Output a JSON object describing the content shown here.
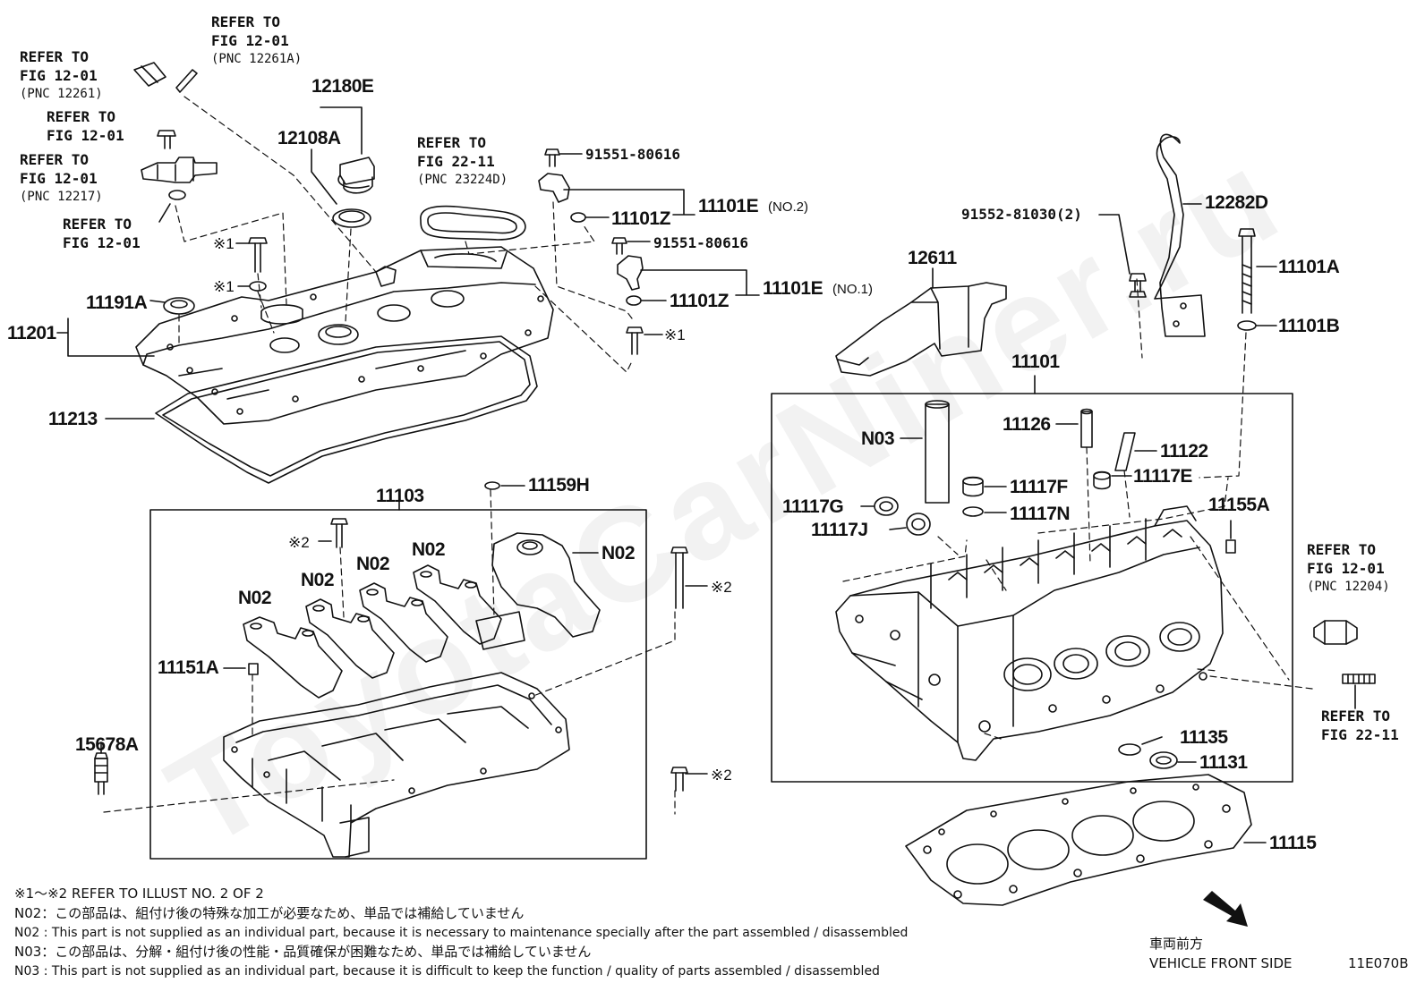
{
  "watermark": "ToyotaCarNiner.ru",
  "colors": {
    "ink": "#111111",
    "background": "#ffffff"
  },
  "labels": {
    "refer_a": [
      "REFER TO",
      "FIG 12-01",
      "(PNC 12261)"
    ],
    "refer_b": [
      "REFER TO",
      "FIG 12-01",
      "(PNC 12261A)"
    ],
    "refer_c": [
      "REFER TO",
      "FIG 12-01"
    ],
    "refer_d": [
      "REFER TO",
      "FIG 12-01",
      "(PNC 12217)"
    ],
    "refer_e": [
      "REFER TO",
      "FIG 12-01"
    ],
    "refer_f": [
      "REFER TO",
      "FIG 22-11",
      "(PNC 23224D)"
    ],
    "refer_g": [
      "REFER TO",
      "FIG 12-01",
      "(PNC 12204)"
    ],
    "refer_h": [
      "REFER TO",
      "FIG 22-11"
    ],
    "p12180E": "12180E",
    "p12108A": "12108A",
    "p91551_a": "91551-80616",
    "p91551_b": "91551-80616",
    "p11101Z_a": "11101Z",
    "p11101Z_b": "11101Z",
    "p11101E2": "11101E",
    "p11101E2_note": "(NO.2)",
    "p11101E1": "11101E",
    "p11101E1_note": "(NO.1)",
    "mark1_a": "※1",
    "mark1_b": "※1",
    "mark1_c": "※1",
    "p11191A": "11191A",
    "p11201": "11201",
    "p11213": "11213",
    "p12611": "12611",
    "p91552": "91552-81030(2)",
    "p12282D": "12282D",
    "p11101A": "11101A",
    "p11101B": "11101B",
    "p11101": "11101",
    "pN03": "N03",
    "p11126": "11126",
    "p11122": "11122",
    "p11117F": "11117F",
    "p11117E": "11117E",
    "p11117G": "11117G",
    "p11117J": "11117J",
    "p11117N": "11117N",
    "p11155A": "11155A",
    "p11135": "11135",
    "p11131": "11131",
    "p11115": "11115",
    "p11103": "11103",
    "p11159H": "11159H",
    "mark2_a": "※2",
    "mark2_b": "※2",
    "mark2_c": "※2",
    "pN02_a": "N02",
    "pN02_b": "N02",
    "pN02_c": "N02",
    "pN02_d": "N02",
    "pN02_e": "N02",
    "p11151A": "11151A",
    "p15678A": "15678A",
    "front_jp": "車両前方",
    "front_en": "VEHICLE FRONT SIDE",
    "diagram_code": "11E070B"
  },
  "notes": [
    "※1～※2  REFER TO ILLUST NO. 2 OF 2",
    "N02：この部品は、組付け後の特殊な加工が必要なため、単品では補給していません",
    "N02 : This part is not supplied as an individual part, because it is necessary to maintenance specially after the part assembled / disassembled",
    "N03：この部品は、分解・組付け後の性能・品質確保が困難なため、単品では補給していません",
    "N03 : This part is not supplied as an individual part, because it is difficult to keep the function / quality of parts  assembled / disassembled"
  ]
}
